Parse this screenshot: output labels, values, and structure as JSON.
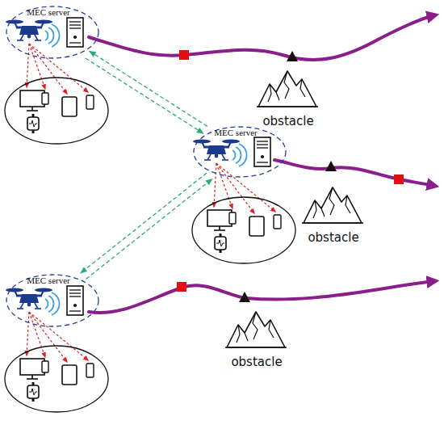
{
  "diagram": {
    "nodes": [
      {
        "text": [
          "MEC server"
        ]
      },
      {
        "text": [
          "MEC server"
        ]
      },
      {
        "text": [
          "MEC server"
        ]
      }
    ],
    "edges": [
      {
        "from": 0,
        "to": 1,
        "arrow": "to"
      },
      {
        "from": 1,
        "to": 0,
        "arrow": "to"
      },
      {
        "from": 1,
        "to": 2,
        "arrow": "to"
      },
      {
        "from": 2,
        "to": 1,
        "arrow": "to"
      }
    ],
    "labels": [
      "obstacle",
      "obstacle",
      "obstacle"
    ]
  }
}
